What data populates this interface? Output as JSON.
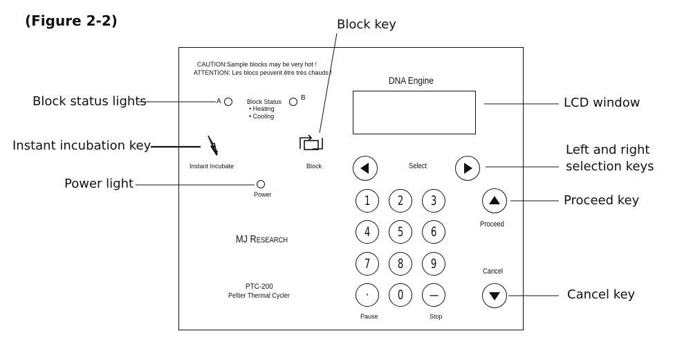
{
  "figure_title": "(Figure 2-2)",
  "callouts": {
    "block_key": "Block key",
    "block_status_lights": "Block status lights",
    "instant_incubation_key": "Instant incubation key",
    "power_light": "Power light",
    "lcd_window": "LCD window",
    "selection_keys_line1": "Left and right",
    "selection_keys_line2": "selection keys",
    "proceed_key": "Proceed key",
    "cancel_key": "Cancel key"
  },
  "panel": {
    "caution_line1": "CAUTION:Sample blocks may be very hot !",
    "caution_line2": "ATTENTION: Les blocs peuvent être très chauds !",
    "lcd_title": "DNA Engine",
    "status_a": "A",
    "status_b": "B",
    "block_status": "Block Status",
    "heating": "• Heating",
    "cooling": "• Cooling",
    "instant_incubate": "Instant Incubate",
    "block": "Block",
    "power": "Power",
    "select": "Select",
    "proceed": "Proceed",
    "cancel": "Cancel",
    "pause": "Pause",
    "stop": "Stop",
    "brand": "MJ Research",
    "model": "PTC-200",
    "model_desc": "Peltier Thermal Cycler"
  },
  "keypad": {
    "k1": "1",
    "k2": "2",
    "k3": "3",
    "k4": "4",
    "k5": "5",
    "k6": "6",
    "k7": "7",
    "k8": "8",
    "k9": "9",
    "kdot": "·",
    "k0": "0",
    "kdash": "—"
  },
  "icons": {
    "instant_incubate": "lightning-icon",
    "block": "block-toggle-icon",
    "left": "left-arrow-icon",
    "right": "right-arrow-icon",
    "proceed": "up-arrow-icon",
    "cancel": "down-arrow-icon"
  }
}
